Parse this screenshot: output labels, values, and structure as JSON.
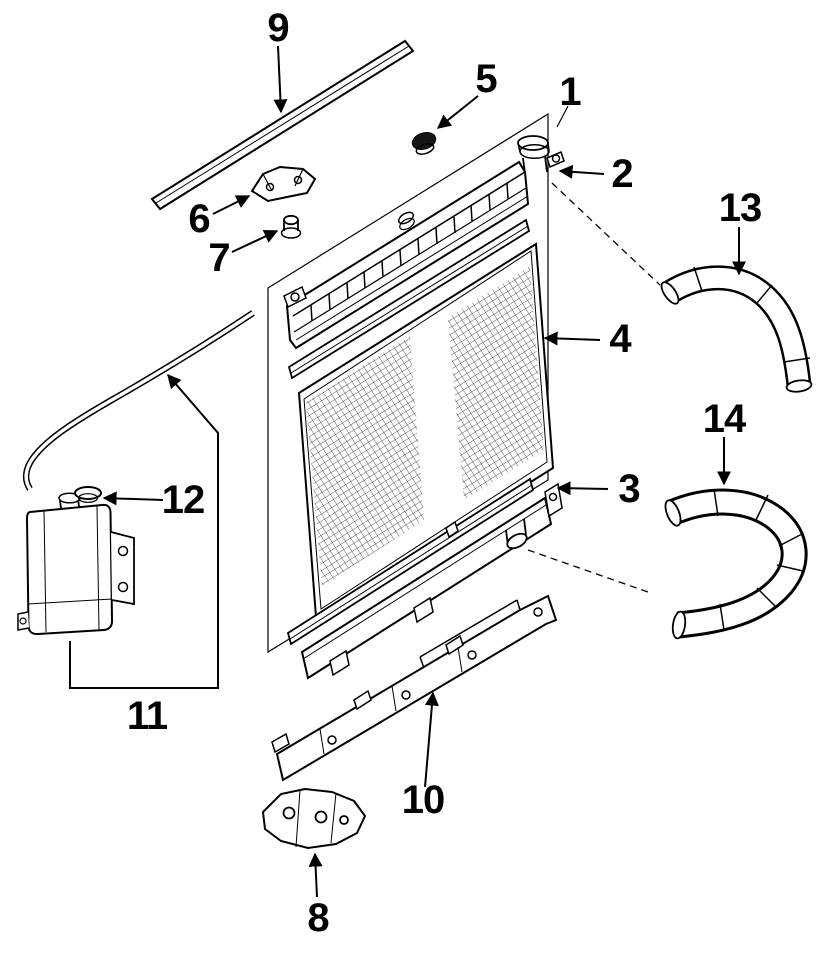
{
  "figure": {
    "background": "#ffffff",
    "line_color": "#000000"
  },
  "callouts": [
    {
      "label": "1"
    },
    {
      "label": "2"
    },
    {
      "label": "3"
    },
    {
      "label": "4"
    },
    {
      "label": "5"
    },
    {
      "label": "6"
    },
    {
      "label": "7"
    },
    {
      "label": "8"
    },
    {
      "label": "9"
    },
    {
      "label": "10"
    },
    {
      "label": "11"
    },
    {
      "label": "12"
    },
    {
      "label": "13"
    },
    {
      "label": "14"
    }
  ]
}
